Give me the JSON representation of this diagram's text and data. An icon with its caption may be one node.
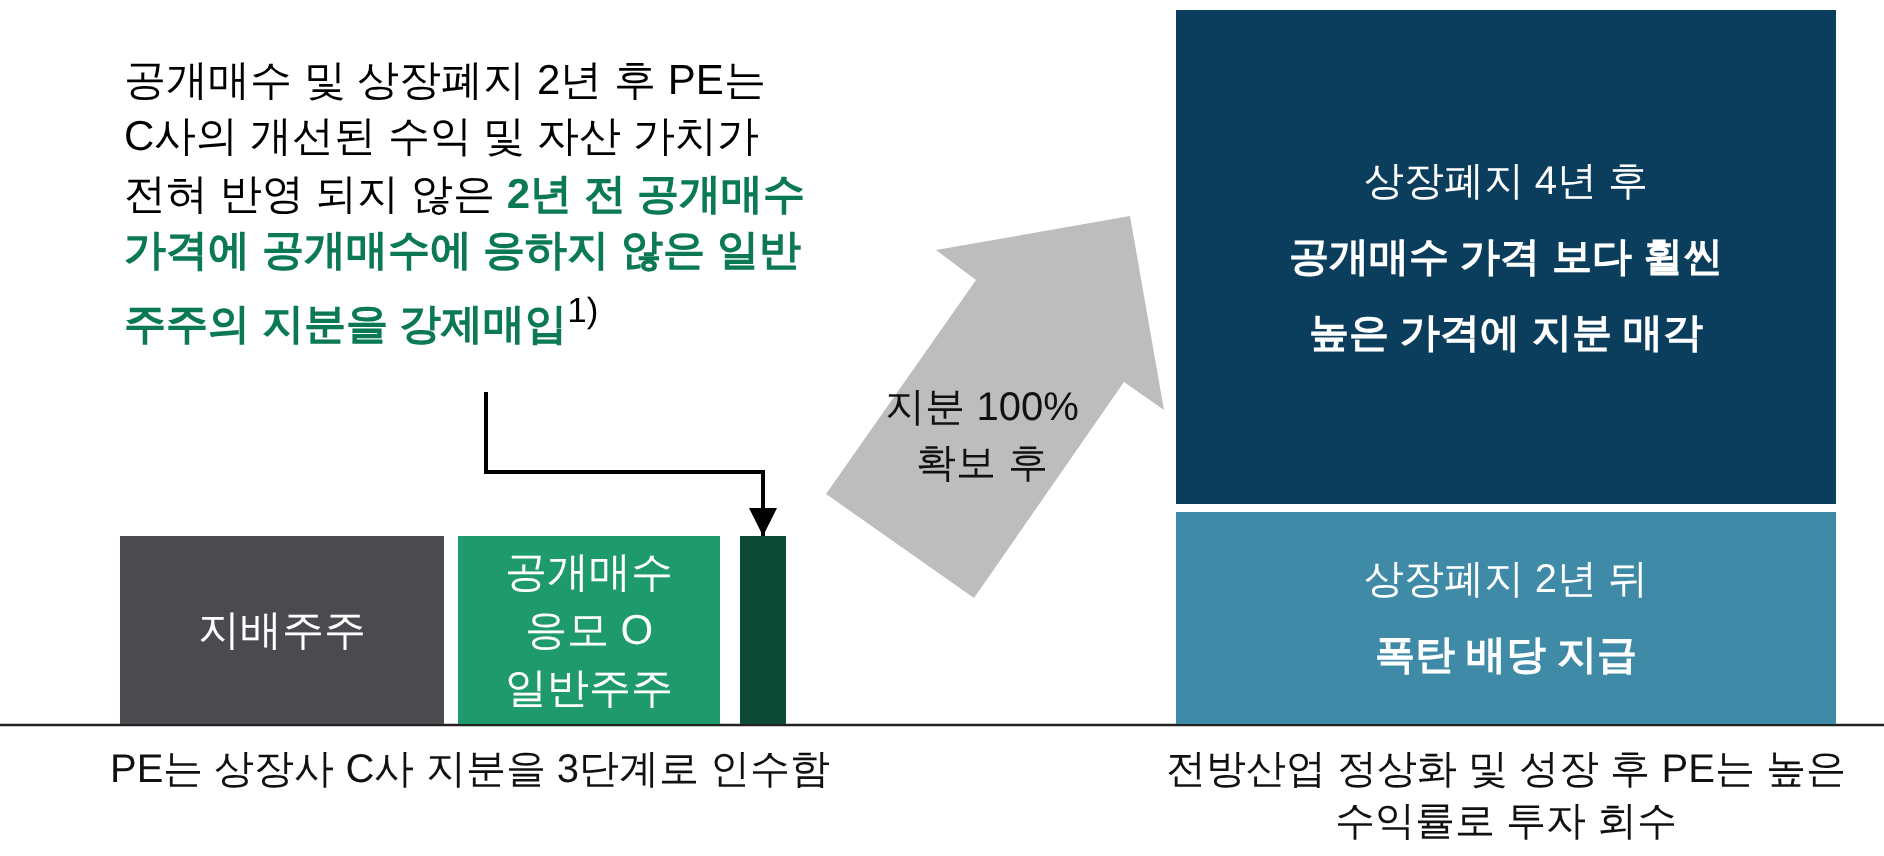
{
  "diagram": {
    "nodes": [
      {
        "text": [
          "공개매수 및 상장폐지 2년 후 PE는 C사의 개선된 수익 및 자산 가치가 전혀 반영 되지 않은 **2년 전 공개매수 가격에 공개매수에 응하지 않은 일반 주주의 지분을 강제매입**$^{1)}$"
        ]
      },
      {
        "text": [
          "지배주주"
        ]
      },
      {
        "text": [
          "공개매수 응모 O 일반주주"
        ]
      },
      {
        "text": [],
        "shape": "bar"
      },
      {
        "text": [
          "지분 100% 확보 후"
        ]
      },
      {
        "text": [
          "상장폐지 4년 후",
          "공개매수 가격 보다 휠씬 높은 가격에 지분 매각"
        ]
      },
      {
        "text": [
          "상장폐지 2년 뒤",
          "폭탄 배당 지급"
        ]
      }
    ],
    "edges": [
      {
        "from": 0,
        "to": 3,
        "arrow": "to"
      }
    ],
    "labels": [
      "PE는 상장사 C사 지분을 3단계로 인수함",
      "전방산업 정상화 및 성장 후 PE는 높은 수익률로 투자 회수"
    ]
  }
}
